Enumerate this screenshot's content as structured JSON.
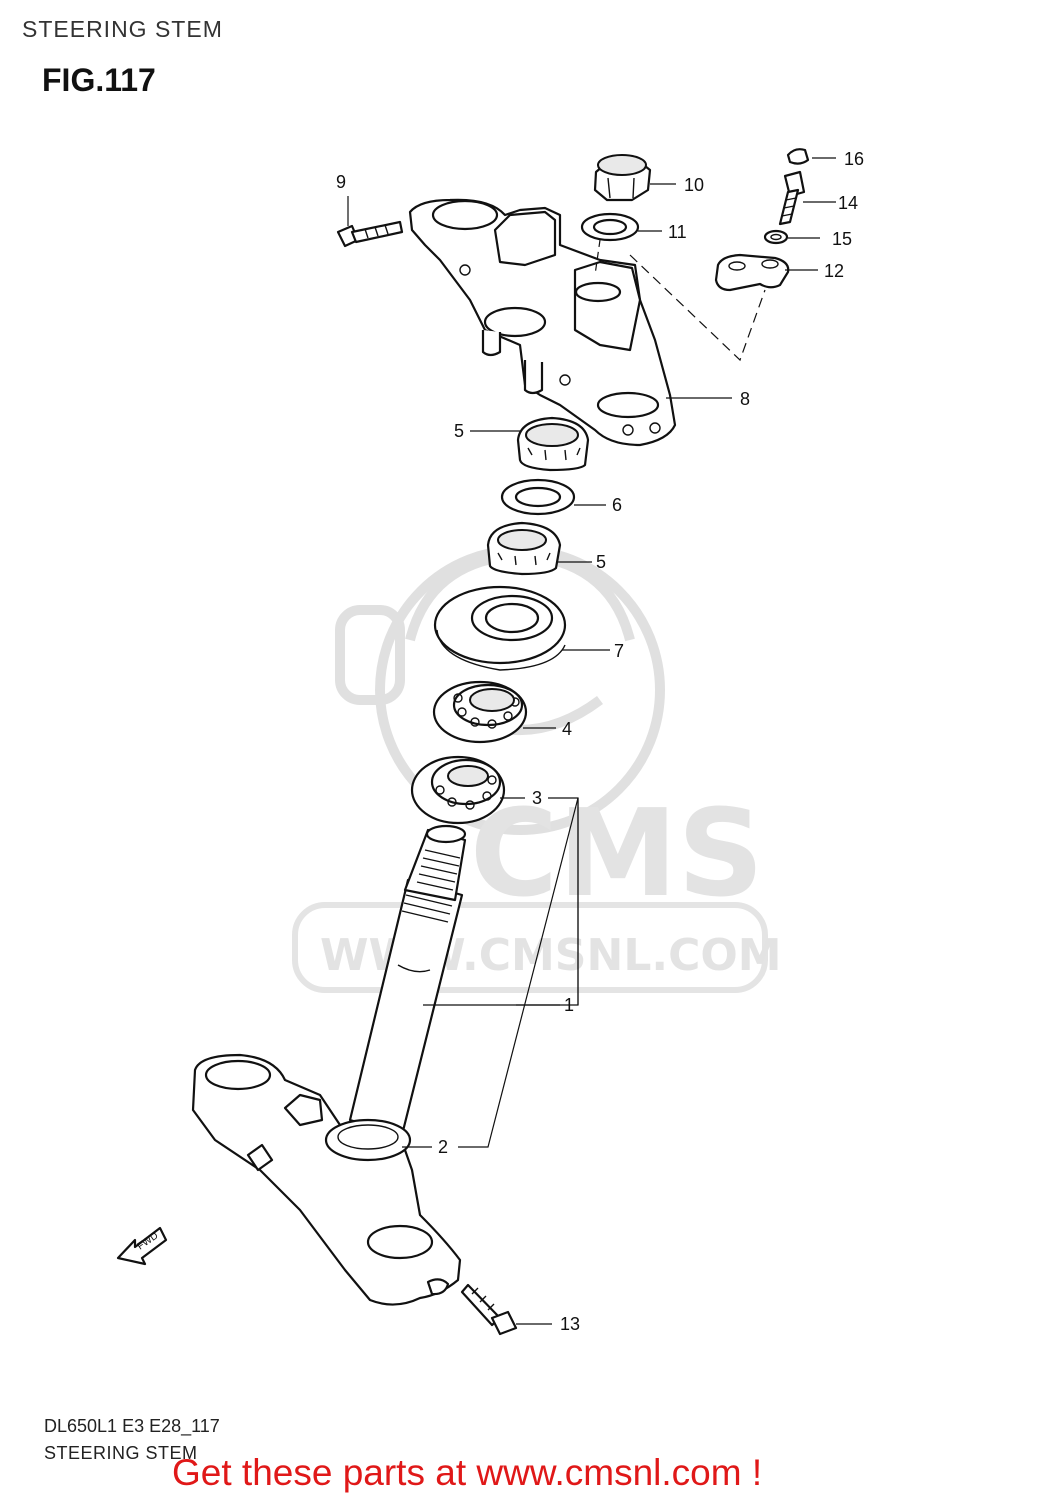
{
  "header": {
    "title": "STEERING STEM",
    "figure": "FIG.117"
  },
  "diagram": {
    "callouts": [
      "1",
      "2",
      "3",
      "4",
      "5",
      "5",
      "6",
      "7",
      "8",
      "9",
      "10",
      "11",
      "12",
      "13",
      "14",
      "15",
      "16"
    ],
    "fwd_label": "FWD"
  },
  "watermark": {
    "logo_text": "CMS",
    "url_text": "WWW.CMSNL.COM"
  },
  "footer": {
    "model_code": "DL650L1 E3 E28_117",
    "section_name": "STEERING STEM",
    "cta": "Get these parts at www.cmsnl.com !"
  },
  "colors": {
    "cta": "#e01818",
    "line": "#111111",
    "watermark": "#e0e0e0"
  }
}
